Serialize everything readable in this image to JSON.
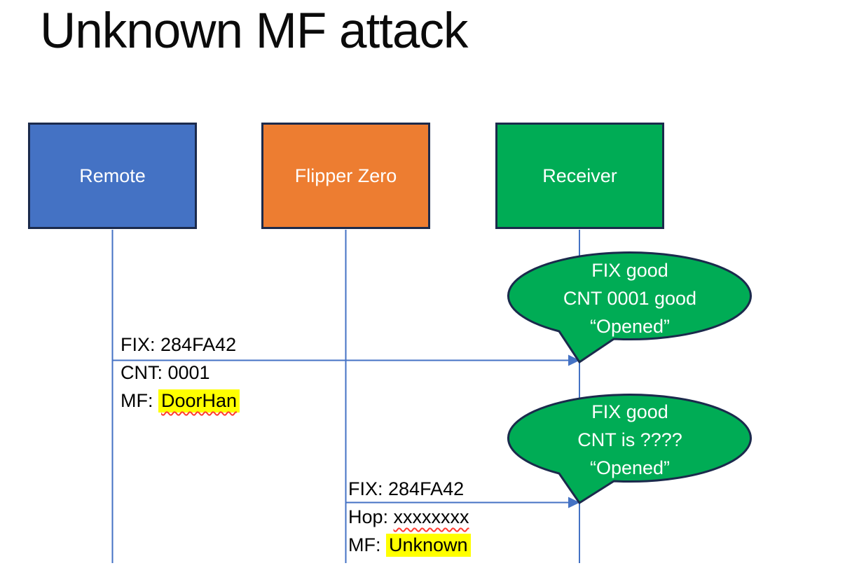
{
  "title": "Unknown MF attack",
  "actors": [
    {
      "id": "remote",
      "label": "Remote",
      "fill": "#4472C4"
    },
    {
      "id": "flipper-zero",
      "label": "Flipper Zero",
      "fill": "#ED7D31"
    },
    {
      "id": "receiver",
      "label": "Receiver",
      "fill": "#00AC55"
    }
  ],
  "messages": [
    {
      "from": "Remote",
      "to": "Receiver",
      "lines": [
        {
          "prefix": "FIX: ",
          "value": "284FA42",
          "highlight": false,
          "spell_squiggle": false
        },
        {
          "prefix": "CNT: ",
          "value": "0001",
          "highlight": false,
          "spell_squiggle": false
        },
        {
          "prefix": "MF: ",
          "value": "DoorHan",
          "highlight": true,
          "spell_squiggle": true
        }
      ]
    },
    {
      "from": "Flipper Zero",
      "to": "Receiver",
      "lines": [
        {
          "prefix": "FIX: ",
          "value": "284FA42",
          "highlight": false,
          "spell_squiggle": false
        },
        {
          "prefix": "Hop: ",
          "value": "xxxxxxxx",
          "highlight": false,
          "spell_squiggle": true
        },
        {
          "prefix": "MF: ",
          "value": "Unknown",
          "highlight": true,
          "spell_squiggle": false
        }
      ]
    }
  ],
  "callouts": [
    {
      "attached_to": "Receiver",
      "lines": [
        "FIX good",
        "CNT 0001 good",
        "“Opened”"
      ]
    },
    {
      "attached_to": "Receiver",
      "lines": [
        "FIX good",
        "CNT is ????",
        "“Opened”"
      ]
    }
  ],
  "colors": {
    "actor_blue": "#4472C4",
    "actor_orange": "#ED7D31",
    "actor_green": "#00AC55",
    "actor_border": "#1B2A4C",
    "connector_blue": "#4472C4",
    "callout_fill": "#00AC55",
    "callout_border": "#1B2A4C",
    "highlight_yellow": "#FFFF00",
    "squiggle_red": "#FF3B30",
    "title_color": "#0B0B0B",
    "box_text": "#FFFFFF",
    "label_text": "#000000"
  }
}
